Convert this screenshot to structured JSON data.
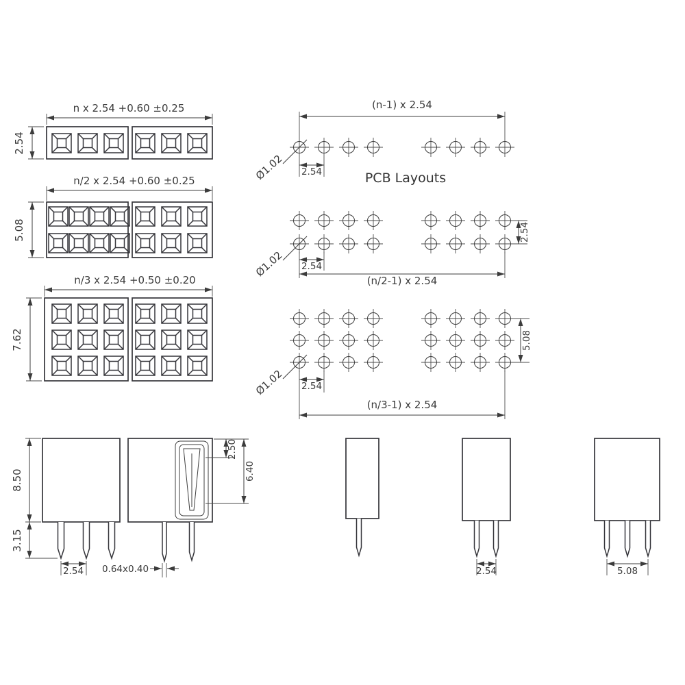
{
  "title": "PCB Layouts",
  "top_views": {
    "single": {
      "span": "n x 2.54 +0.60 ±0.25",
      "height": "2.54"
    },
    "double": {
      "span": "n/2 x 2.54 +0.60 ±0.25",
      "height": "5.08"
    },
    "triple": {
      "span": "n/3 x 2.54 +0.50 ±0.20",
      "height": "7.62"
    }
  },
  "pcb_layouts": {
    "single": {
      "span": "(n-1) x 2.54",
      "hole_diameter": "Ø1.02",
      "hole_pitch": "2.54"
    },
    "double": {
      "span": "(n/2-1) x 2.54",
      "hole_diameter": "Ø1.02",
      "hole_pitch": "2.54",
      "row_pitch": "2.54"
    },
    "triple": {
      "span": "(n/3-1) x 2.54",
      "hole_diameter": "Ø1.02",
      "hole_pitch": "2.54",
      "row_pitch": "5.08"
    }
  },
  "side_views": {
    "front": {
      "body_height": "8.50",
      "pin_length": "3.15",
      "pin_pitch": "2.54"
    },
    "section": {
      "entry_depth": "2.50",
      "contact_depth": "6.40",
      "pin_cross_section": "0.64x0.40"
    },
    "double_row": {
      "row_pitch": "2.54"
    },
    "triple_row": {
      "row_pitch": "5.08"
    }
  },
  "colors": {
    "line": "#3a3a3a",
    "background": "#ffffff"
  }
}
